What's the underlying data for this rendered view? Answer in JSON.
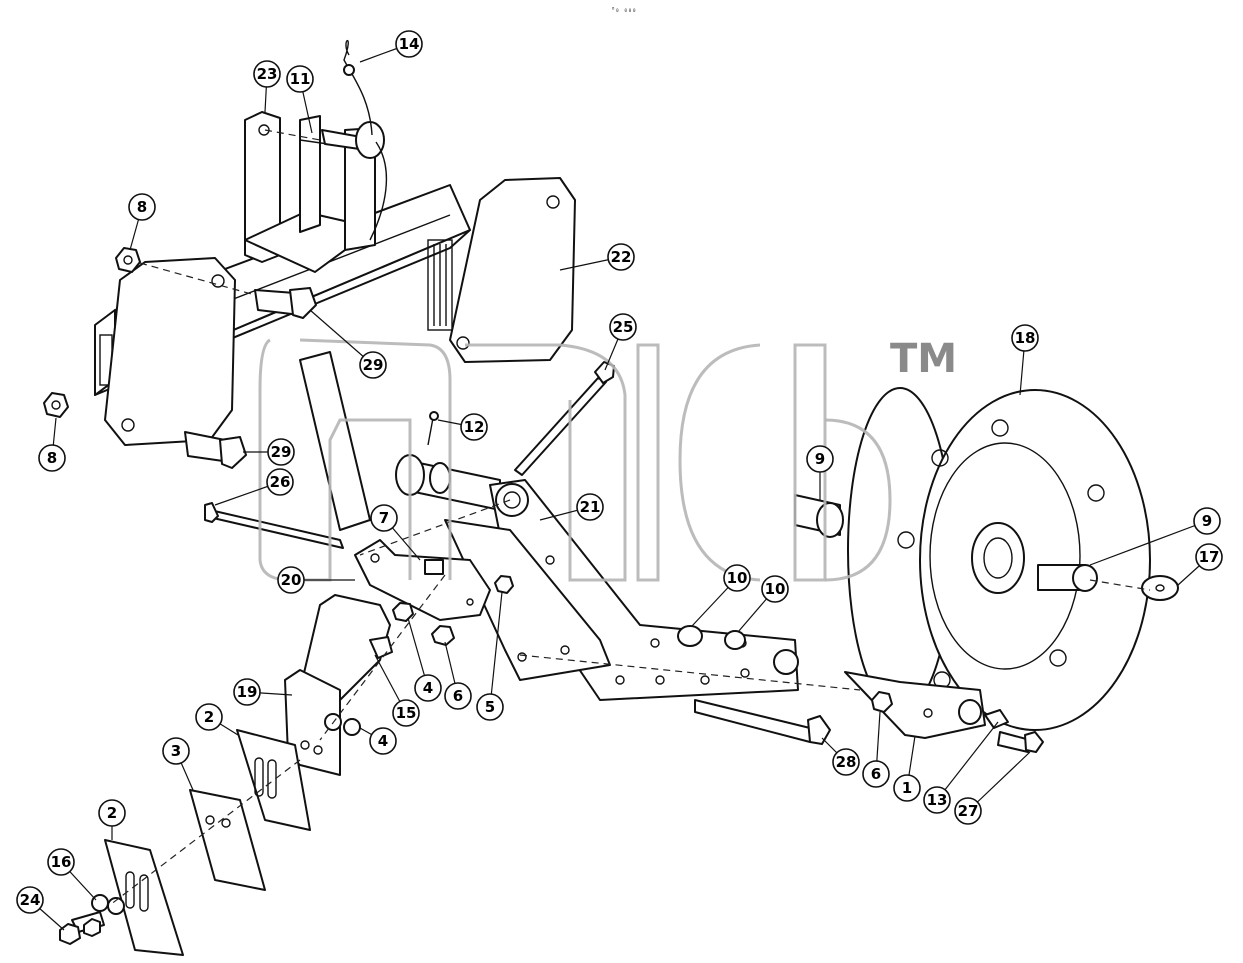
{
  "diagram": {
    "code": "⁰₀ ₀₀₀",
    "watermark_mark": "TM",
    "callouts": [
      {
        "label": "14"
      },
      {
        "label": "23"
      },
      {
        "label": "11"
      },
      {
        "label": "8"
      },
      {
        "label": "22"
      },
      {
        "label": "29"
      },
      {
        "label": "25"
      },
      {
        "label": "18"
      },
      {
        "label": "8"
      },
      {
        "label": "12"
      },
      {
        "label": "29"
      },
      {
        "label": "26"
      },
      {
        "label": "9"
      },
      {
        "label": "21"
      },
      {
        "label": "7"
      },
      {
        "label": "9"
      },
      {
        "label": "17"
      },
      {
        "label": "20"
      },
      {
        "label": "10"
      },
      {
        "label": "10"
      },
      {
        "label": "4"
      },
      {
        "label": "6"
      },
      {
        "label": "15"
      },
      {
        "label": "5"
      },
      {
        "label": "19"
      },
      {
        "label": "4"
      },
      {
        "label": "2"
      },
      {
        "label": "3"
      },
      {
        "label": "28"
      },
      {
        "label": "6"
      },
      {
        "label": "1"
      },
      {
        "label": "13"
      },
      {
        "label": "27"
      },
      {
        "label": "2"
      },
      {
        "label": "16"
      },
      {
        "label": "24"
      }
    ]
  }
}
